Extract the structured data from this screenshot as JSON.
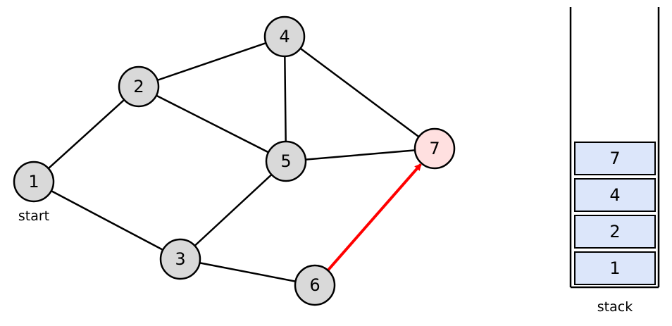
{
  "graph": {
    "nodes": [
      {
        "id": "1",
        "label": "1",
        "fill": "#d9d9d9"
      },
      {
        "id": "2",
        "label": "2",
        "fill": "#d9d9d9"
      },
      {
        "id": "3",
        "label": "3",
        "fill": "#d9d9d9"
      },
      {
        "id": "4",
        "label": "4",
        "fill": "#d9d9d9"
      },
      {
        "id": "5",
        "label": "5",
        "fill": "#d9d9d9"
      },
      {
        "id": "6",
        "label": "6",
        "fill": "#d9d9d9"
      },
      {
        "id": "7",
        "label": "7",
        "fill": "#ffe0e0"
      }
    ],
    "edges": [
      {
        "from": "1",
        "to": "2"
      },
      {
        "from": "1",
        "to": "3"
      },
      {
        "from": "2",
        "to": "4"
      },
      {
        "from": "2",
        "to": "5"
      },
      {
        "from": "4",
        "to": "5"
      },
      {
        "from": "4",
        "to": "7"
      },
      {
        "from": "5",
        "to": "7"
      },
      {
        "from": "3",
        "to": "5"
      },
      {
        "from": "3",
        "to": "6"
      }
    ],
    "highlighted_edge": {
      "from": "6",
      "to": "7",
      "color": "#ff0000",
      "directed": true
    },
    "start_label": "start"
  },
  "stack": {
    "label": "stack",
    "items_top_to_bottom": [
      "7",
      "4",
      "2",
      "1"
    ]
  }
}
